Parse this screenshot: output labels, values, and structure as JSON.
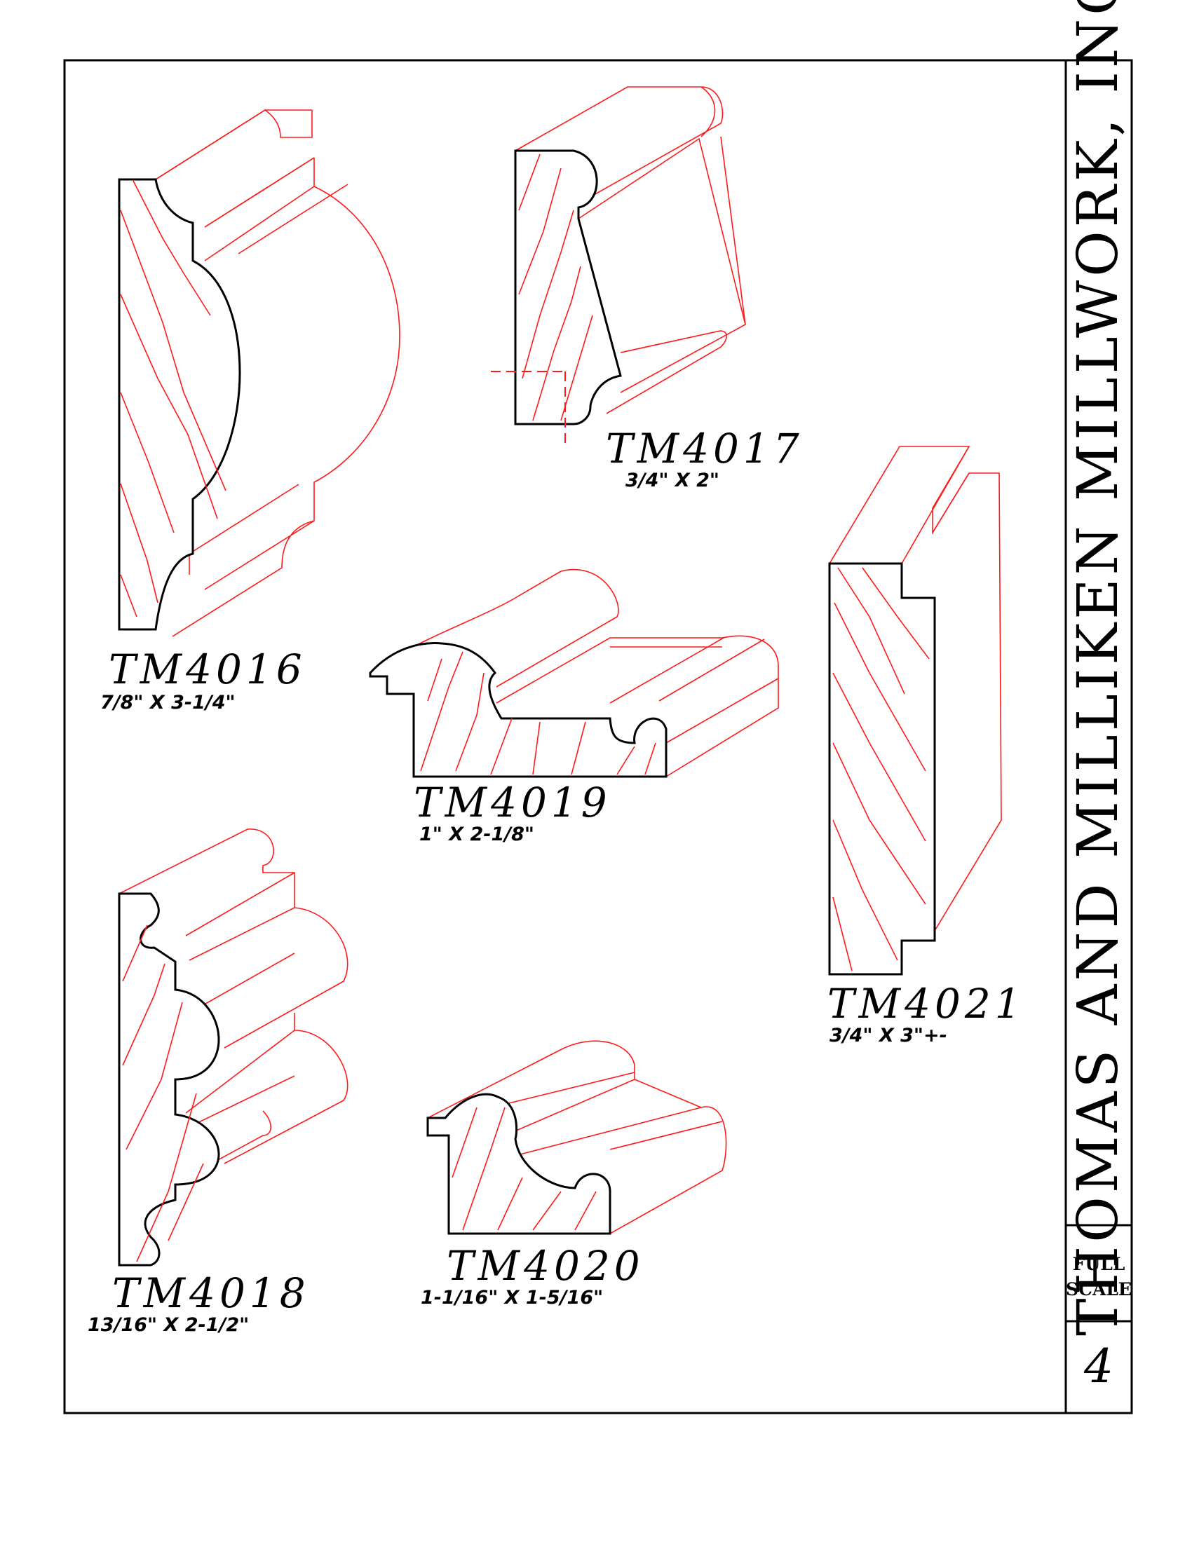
{
  "title_block": {
    "company": "THOMAS AND MILLIKEN MILLWORK, INC.",
    "scale_line1": "FULL",
    "scale_line2": "SCALE",
    "page_number": "4"
  },
  "profiles": [
    {
      "name": "TM4016",
      "size": "7/8\"  X  3-1/4\""
    },
    {
      "name": "TM4017",
      "size": "3/4\"  X  2\""
    },
    {
      "name": "TM4019",
      "size": "1\"  X  2-1/8\""
    },
    {
      "name": "TM4021",
      "size": "3/4\"  X  3\"+-"
    },
    {
      "name": "TM4018",
      "size": "13/16\"  X  2-1/2\""
    },
    {
      "name": "TM4020",
      "size": "1-1/16\"  X  1-5/16\""
    }
  ],
  "colors": {
    "outline": "#000000",
    "projection": "#ff1a1a",
    "background": "#ffffff"
  }
}
